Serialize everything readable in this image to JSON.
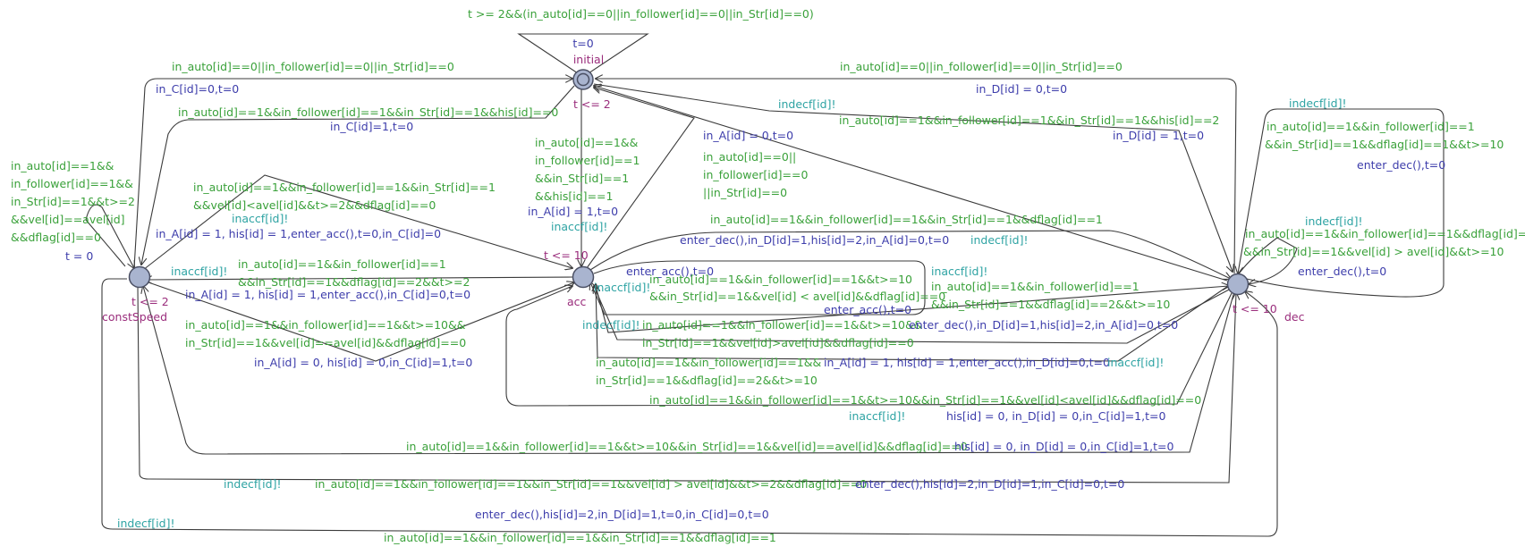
{
  "colors": {
    "guard": "#3aa13a",
    "assignment": "#3d3dab",
    "sync": "#2ea3a3",
    "location": "#9a2d7c",
    "node_fill": "#a9b4cf",
    "edge": "#3b3b3b"
  },
  "locations": {
    "initial": {
      "name": "initial",
      "invariant": "t <= 2",
      "init_label": "t=0"
    },
    "constSpeed": {
      "name": "constSpeed",
      "invariant": "t <= 2",
      "init_label": "t = 0"
    },
    "acc": {
      "name": "acc",
      "invariant": "t <= 10"
    },
    "dec": {
      "name": "dec",
      "invariant": "t <= 10"
    }
  },
  "labels": {
    "l01": "t >= 2&&(in_auto[id]==0||in_follower[id]==0||in_Str[id]==0)",
    "l02": "in_auto[id]==0||in_follower[id]==0||in_Str[id]==0",
    "l03": "in_C[id]=0,t=0",
    "l04": "in_auto[id]==1&&in_follower[id]==1&&in_Str[id]==1&&his[id]==0",
    "l05": "in_C[id]=1,t=0",
    "l06": "in_auto[id]==0||in_follower[id]==0||in_Str[id]==0",
    "l07": "in_D[id] = 0,t=0",
    "l08": "indecf[id]!",
    "l09": "in_auto[id]==1&&in_follower[id]==1&&in_Str[id]==1&&his[id]==2",
    "l10": "in_D[id] = 1,t=0",
    "l11": "indecf[id]!",
    "l12": "in_auto[id]==1&&in_follower[id]==1",
    "l13": "&&in_Str[id]==1&&dflag[id]==1&&t>=10",
    "l14": "enter_dec(),t=0",
    "l15": "in_auto[id]==1&&",
    "l16": "in_follower[id]==1&&",
    "l17": "in_Str[id]==1&&t>=2",
    "l18": "&&vel[id]==avel[id]",
    "l19": "&&dflag[id]==0",
    "l20": "in_auto[id]==1&&in_follower[id]==1&&in_Str[id]==1",
    "l21": "&&vel[id]<avel[id]&&t>=2&&dflag[id]==0",
    "l22": "inaccf[id]!",
    "l23": "in_A[id] = 1, his[id] = 1,enter_acc(),t=0,in_C[id]=0",
    "l24": "in_auto[id]==1&&",
    "l25": "in_follower[id]==1",
    "l26": "&&in_Str[id]==1",
    "l27": "&&his[id]==1",
    "l28": "in_A[id] = 1,t=0",
    "l29": "inaccf[id]!",
    "l30": "in_A[id] = 0,t=0",
    "l31": "in_auto[id]==0||",
    "l32": "in_follower[id]==0",
    "l33": "||in_Str[id]==0",
    "l34": "in_auto[id]==1&&in_follower[id]==1&&in_Str[id]==1&&dflag[id]==1",
    "l35": "enter_dec(),in_D[id]=1,his[id]=2,in_A[id]=0,t=0",
    "l36": "indecf[id]!",
    "l37": "indecf[id]!",
    "l38": "in_auto[id]==1&&in_follower[id]==1&&dflag[id]==0",
    "l39": "&&in_Str[id]==1&&vel[id] > avel[id]&&t>=10",
    "l40": "enter_dec(),t=0",
    "l41": "inaccf[id]!",
    "l42": "in_auto[id]==1&&in_follower[id]==1",
    "l43": "&&in_Str[id]==1&&dflag[id]==2&&t>=2",
    "l44": "in_A[id] = 1, his[id] = 1,enter_acc(),in_C[id]=0,t=0",
    "l45": "enter_acc(),t=0",
    "l46": "in_auto[id]==1&&in_follower[id]==1&&t>=10",
    "l47": "inaccf[id]!",
    "l48": "&&in_Str[id]==1&&vel[id] < avel[id]&&dflag[id]==0",
    "l49": "enter_acc(),t=0",
    "l50": "inaccf[id]!",
    "l51": "in_auto[id]==1&&in_follower[id]==1",
    "l52": "&&in_Str[id]==1&&dflag[id]==2&&t>=10",
    "l53": "in_auto[id]==1&&in_follower[id]==1&&t>=10&&",
    "l54": "in_Str[id]==1&&vel[id]==avel[id]&&dflag[id]==0",
    "l55": "indecf[id]!",
    "l56": "in_auto[id]==1&&in_follower[id]==1&&t>=10&&",
    "l57": "enter_dec(),in_D[id]=1,his[id]=2,in_A[id]=0,t=0",
    "l58": "in_Str[id]==1&&vel[id]>avel[id]&&dflag[id]==0",
    "l59": "in_A[id] = 0, his[id] = 0,in_C[id]=1,t=0",
    "l60": "in_auto[id]==1&&in_follower[id]==1&&",
    "l61": "in_A[id] = 1, his[id] = 1,enter_acc(),in_D[id]=0,t=0",
    "l62": "inaccf[id]!",
    "l63": "in_Str[id]==1&&dflag[id]==2&&t>=10",
    "l64": "in_auto[id]==1&&in_follower[id]==1&&t>=10&&in_Str[id]==1&&vel[id]<avel[id]&&dflag[id]==0",
    "l65": "inaccf[id]!",
    "l66": "his[id] = 0, in_D[id] = 0,in_C[id]=1,t=0",
    "l67": "in_auto[id]==1&&in_follower[id]==1&&t>=10&&in_Str[id]==1&&vel[id]==avel[id]&&dflag[id]==0",
    "l68": "his[id] = 0, in_D[id] = 0,in_C[id]=1,t=0",
    "l69": "indecf[id]!",
    "l70": "in_auto[id]==1&&in_follower[id]==1&&in_Str[id]==1&&vel[id] > avel[id]&&t>=2&&dflag[id]==0",
    "l71": "enter_dec(),his[id]=2,in_D[id]=1,in_C[id]=0,t=0",
    "l72": "enter_dec(),his[id]=2,in_D[id]=1,t=0,in_C[id]=0,t=0",
    "l73": "indecf[id]!",
    "l74": "in_auto[id]==1&&in_follower[id]==1&&in_Str[id]==1&&dflag[id]==1"
  }
}
